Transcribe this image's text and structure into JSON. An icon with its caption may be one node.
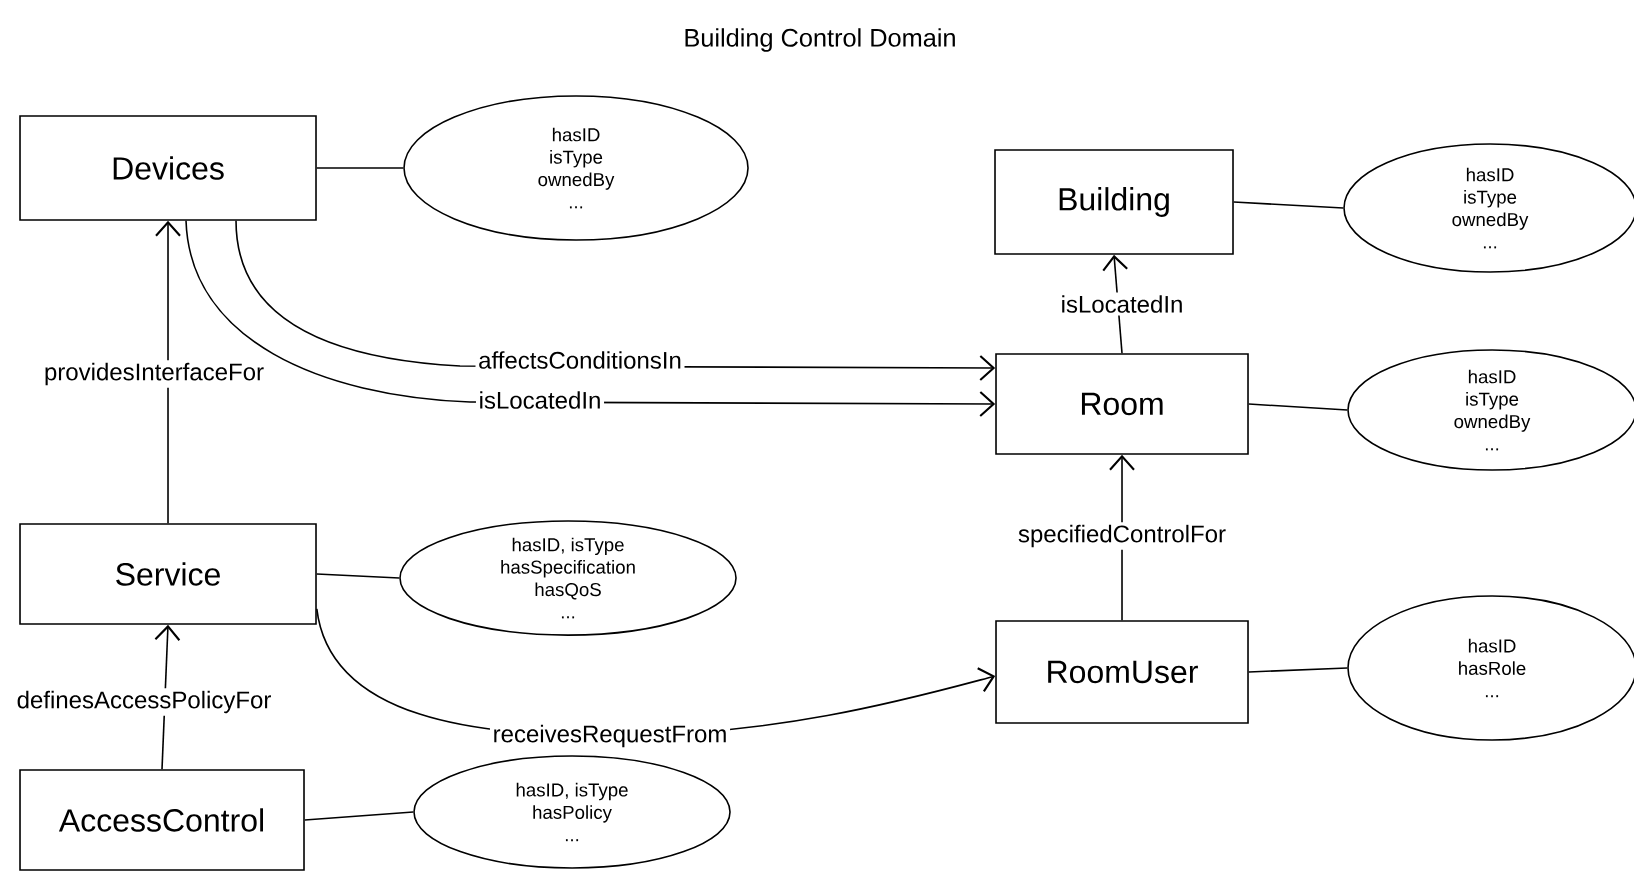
{
  "diagram": {
    "title": "Building Control Domain",
    "nodes": [
      {
        "text": [
          "Devices"
        ]
      },
      {
        "text": [
          "hasID",
          "isType",
          "ownedBy",
          "..."
        ]
      },
      {
        "text": [
          "Building"
        ]
      },
      {
        "text": [
          "hasID",
          "isType",
          "ownedBy",
          "..."
        ]
      },
      {
        "text": [
          "Room"
        ]
      },
      {
        "text": [
          "hasID",
          "isType",
          "ownedBy",
          "..."
        ]
      },
      {
        "text": [
          "Service"
        ]
      },
      {
        "text": [
          "hasID, isType",
          "hasSpecification",
          "hasQoS",
          "..."
        ]
      },
      {
        "text": [
          "RoomUser"
        ]
      },
      {
        "text": [
          "hasID",
          "hasRole",
          "..."
        ]
      },
      {
        "text": [
          "AccessControl"
        ]
      },
      {
        "text": [
          "hasID, isType",
          "hasPolicy",
          "..."
        ]
      }
    ],
    "edges": [
      {
        "from": 0,
        "to": 1,
        "arrow": "none"
      },
      {
        "from": 2,
        "to": 3,
        "arrow": "none"
      },
      {
        "from": 4,
        "to": 5,
        "arrow": "none"
      },
      {
        "from": 6,
        "to": 7,
        "arrow": "none"
      },
      {
        "from": 8,
        "to": 9,
        "arrow": "none"
      },
      {
        "from": 10,
        "to": 11,
        "arrow": "none"
      },
      {
        "from": 0,
        "to": 4,
        "arrow": "to",
        "label": "affectsConditionsIn"
      },
      {
        "from": 0,
        "to": 4,
        "arrow": "to",
        "label": "isLocatedIn"
      },
      {
        "from": 6,
        "to": 0,
        "arrow": "to",
        "label": "providesInterfaceFor"
      },
      {
        "from": 10,
        "to": 6,
        "arrow": "to",
        "label": "definesAccessPolicyFor"
      },
      {
        "from": 4,
        "to": 2,
        "arrow": "to",
        "label": "isLocatedIn"
      },
      {
        "from": 8,
        "to": 4,
        "arrow": "to",
        "label": "specifiedControlFor"
      },
      {
        "from": 6,
        "to": 8,
        "arrow": "to",
        "label": "receivesRequestFrom"
      }
    ]
  }
}
